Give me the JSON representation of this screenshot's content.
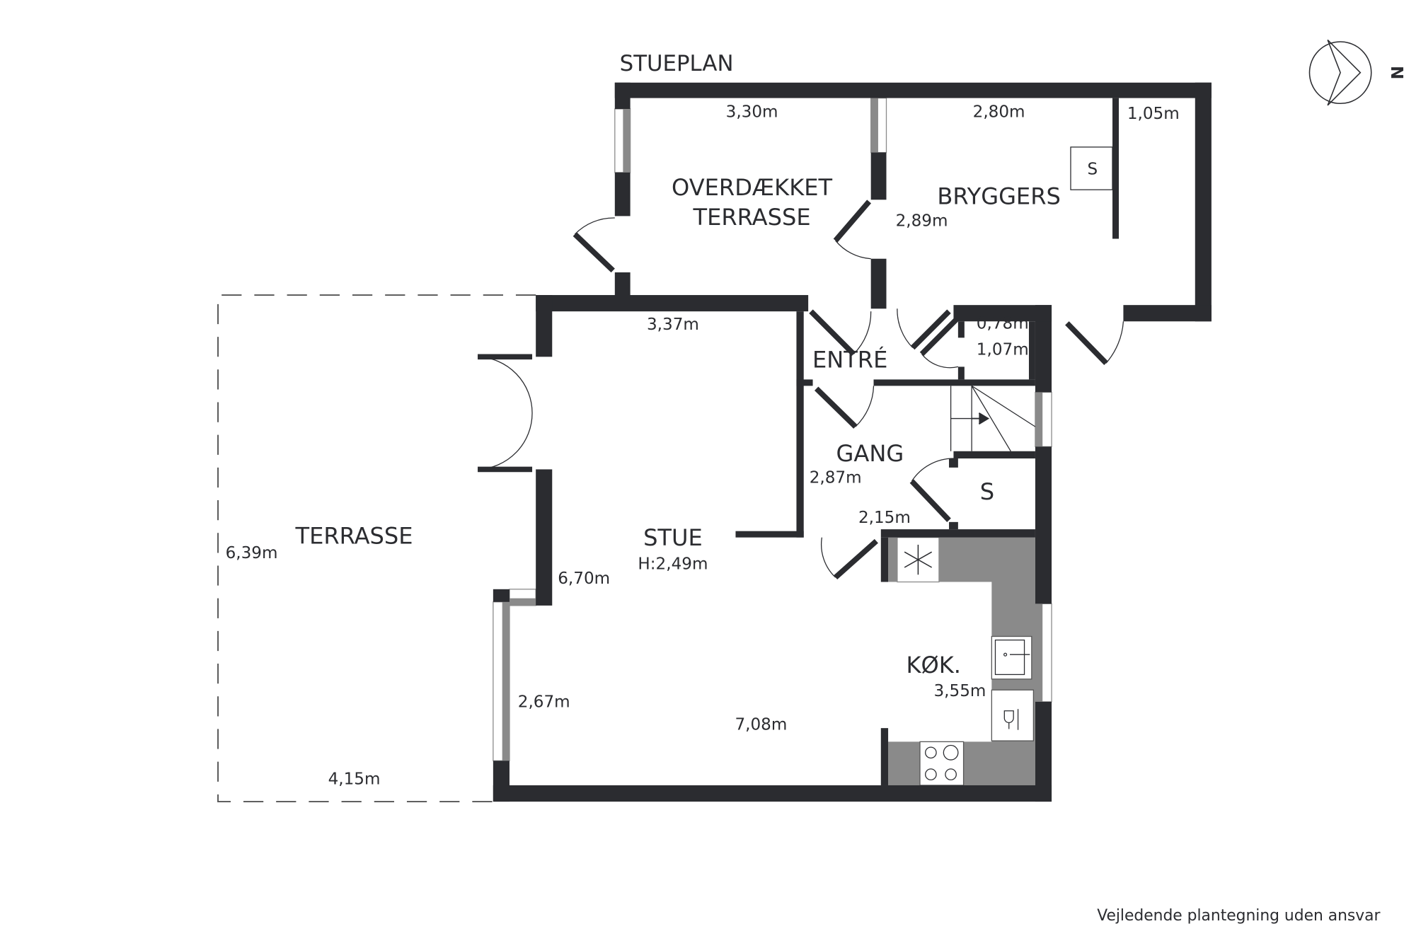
{
  "plan": {
    "title": "STUEPLAN",
    "disclaimer": "Vejledende plantegning uden ansvar",
    "compass_label": "N",
    "colors": {
      "wall": "#2b2c30",
      "counter": "#8a8a8a"
    }
  },
  "rooms": {
    "overdaekket": {
      "name_1": "OVERDÆKKET",
      "name_2": "TERRASSE",
      "width": "3,30m"
    },
    "bryggers": {
      "name": "BRYGGERS",
      "width": "2,80m",
      "depth": "2,89m",
      "side": "1,05m",
      "storage": "S"
    },
    "closet_small": {
      "width": "0,78m",
      "depth": "1,07m"
    },
    "entre": {
      "name": "ENTRÉ"
    },
    "gang": {
      "name": "GANG",
      "width": "2,87m",
      "depth": "2,15m",
      "storage": "S"
    },
    "stue": {
      "name": "STUE",
      "height": "H:2,49m",
      "width_top": "3,37m",
      "depth": "6,70m",
      "depth_lower": "2,67m",
      "width_bottom": "7,08m"
    },
    "kokken": {
      "name": "KØK.",
      "depth": "3,55m"
    },
    "terrasse": {
      "name": "TERRASSE",
      "depth": "6,39m",
      "width": "4,15m"
    }
  }
}
